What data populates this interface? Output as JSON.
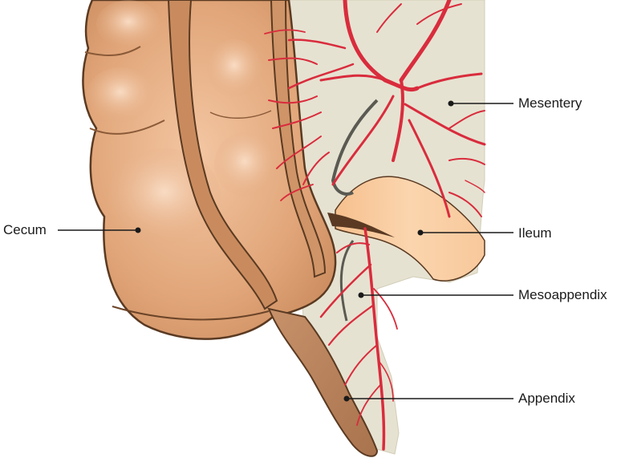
{
  "labels": {
    "cecum": "Cecum",
    "mesentery": "Mesentery",
    "ileum": "Ileum",
    "mesoappendix": "Mesoappendix",
    "appendix": "Appendix"
  },
  "colors": {
    "mesentery_fill": "#e4e0cf",
    "cecum_fill": "#e3a97c",
    "cecum_highlight": "#f6d3b6",
    "cecum_outline": "#5a3a22",
    "taenia_fill": "#c98b5e",
    "ileum_fill": "#f8c89a",
    "vessel": "#d92c3d",
    "appendix_fill": "#c08a63"
  },
  "icons": {
    "pointer_dot": "leader-dot-icon"
  }
}
